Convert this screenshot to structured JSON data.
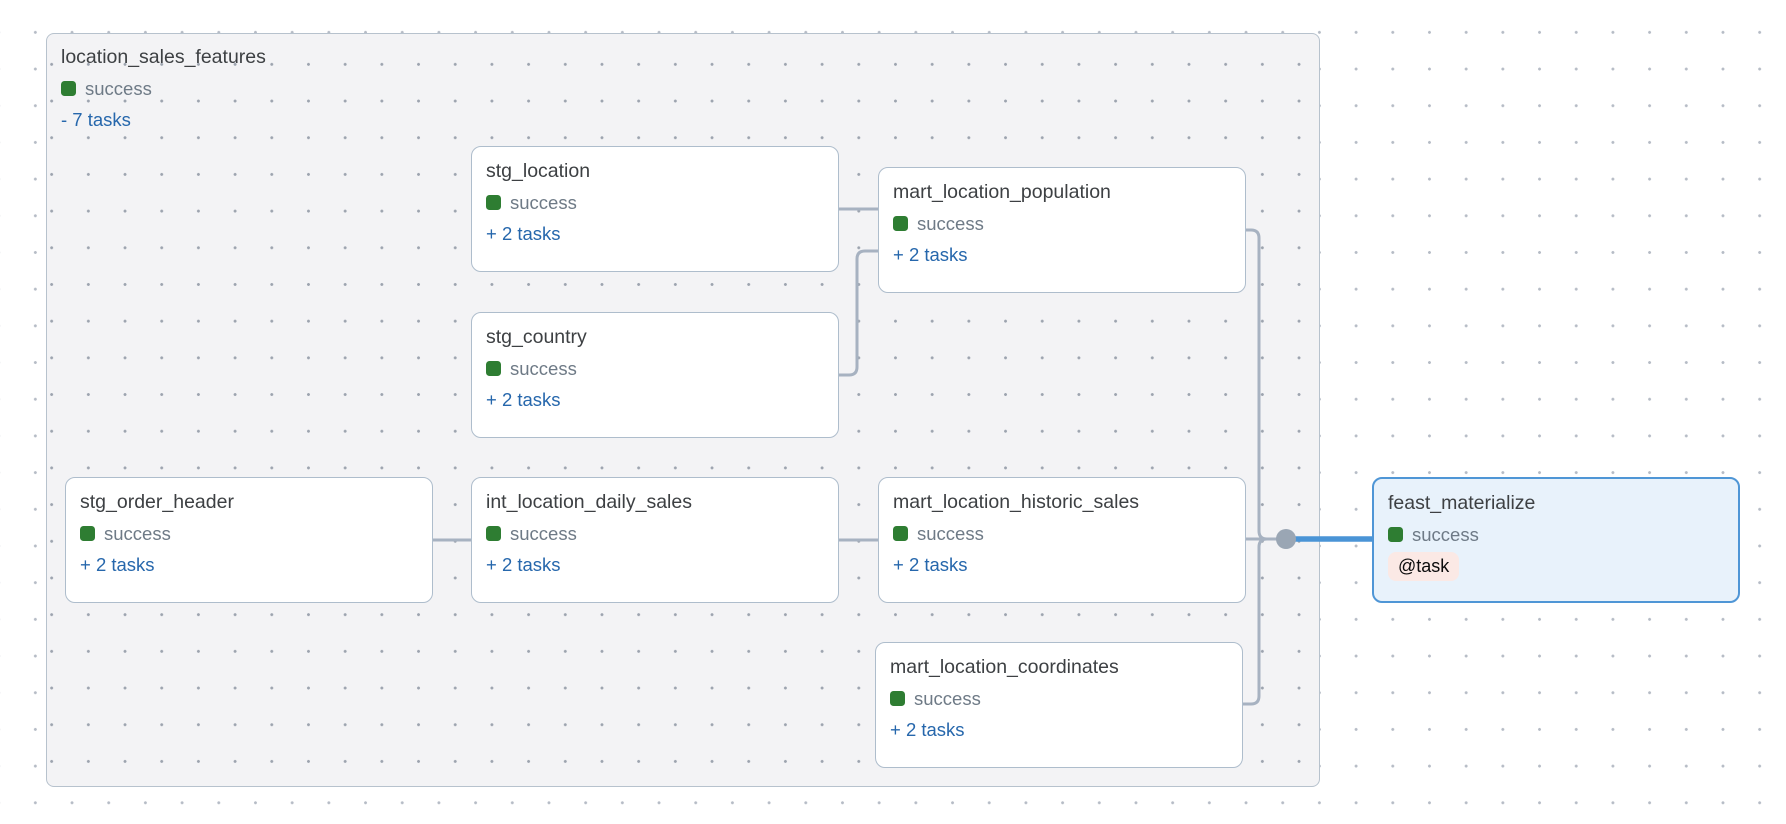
{
  "group": {
    "title": "location_sales_features",
    "status": "success",
    "toggle_label": "- 7 tasks"
  },
  "nodes": [
    {
      "id": "stg_location",
      "title": "stg_location",
      "status": "success",
      "expand_label": "+ 2 tasks"
    },
    {
      "id": "stg_country",
      "title": "stg_country",
      "status": "success",
      "expand_label": "+ 2 tasks"
    },
    {
      "id": "stg_order_header",
      "title": "stg_order_header",
      "status": "success",
      "expand_label": "+ 2 tasks"
    },
    {
      "id": "int_location_daily_sales",
      "title": "int_location_daily_sales",
      "status": "success",
      "expand_label": "+ 2 tasks"
    },
    {
      "id": "mart_location_population",
      "title": "mart_location_population",
      "status": "success",
      "expand_label": "+ 2 tasks"
    },
    {
      "id": "mart_location_historic_sales",
      "title": "mart_location_historic_sales",
      "status": "success",
      "expand_label": "+ 2 tasks"
    },
    {
      "id": "mart_location_coordinates",
      "title": "mart_location_coordinates",
      "status": "success",
      "expand_label": "+ 2 tasks"
    },
    {
      "id": "feast_materialize",
      "title": "feast_materialize",
      "status": "success",
      "badge": "@task",
      "selected": true
    }
  ],
  "edges": [
    {
      "source": "stg_location",
      "target": "mart_location_population"
    },
    {
      "source": "stg_country",
      "target": "mart_location_population"
    },
    {
      "source": "stg_order_header",
      "target": "int_location_daily_sales"
    },
    {
      "source": "int_location_daily_sales",
      "target": "mart_location_historic_sales"
    },
    {
      "source": "mart_location_population",
      "target": "feast_materialize"
    },
    {
      "source": "mart_location_historic_sales",
      "target": "feast_materialize"
    },
    {
      "source": "mart_location_coordinates",
      "target": "feast_materialize"
    }
  ],
  "colors": {
    "success_green": "#2e7d32",
    "link_blue": "#2667ac",
    "edge_gray": "#a7b2c1",
    "edge_blue": "#4a94d6",
    "selected_fill": "#e8f2fb",
    "selected_border": "#4f96d6",
    "badge_bg": "#fbe9e5",
    "group_fill": "#f3f3f5"
  }
}
